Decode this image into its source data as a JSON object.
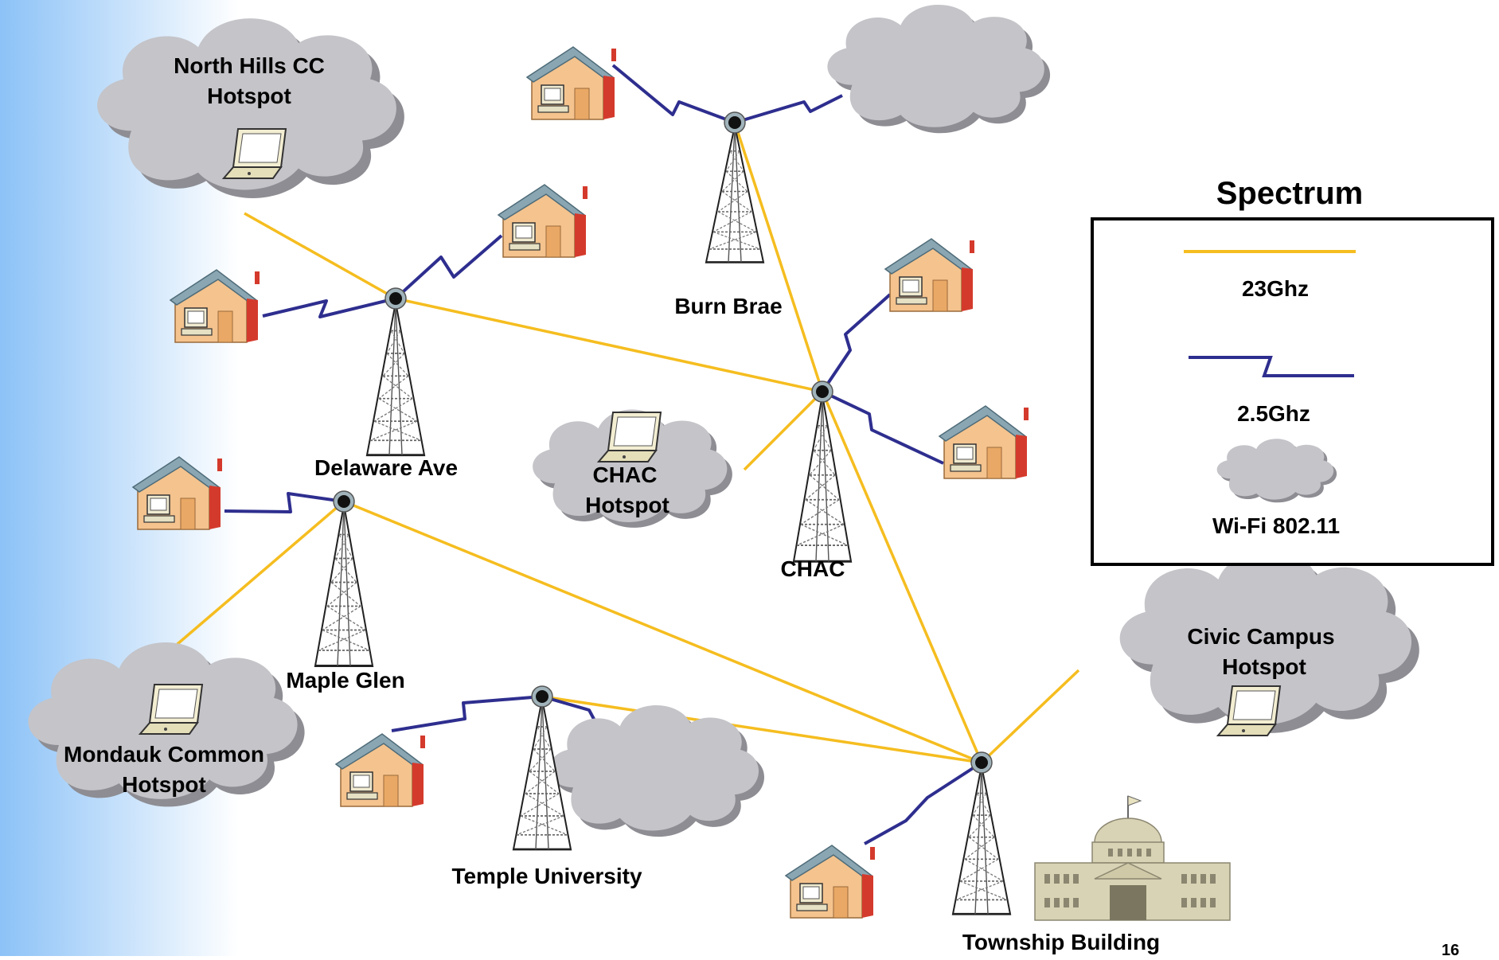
{
  "labels": {
    "north_hills": [
      "North Hills CC",
      "Hotspot"
    ],
    "burn_brae": "Burn Brae",
    "delaware": "Delaware Ave",
    "chac_hotspot": [
      "CHAC",
      "Hotspot"
    ],
    "chac": "CHAC",
    "maple_glen": "Maple Glen",
    "mondauk": [
      "Mondauk Common",
      "Hotspot"
    ],
    "temple": "Temple University",
    "civic": [
      "Civic Campus",
      "Hotspot"
    ],
    "township": "Township Building"
  },
  "legend": {
    "title": "Spectrum",
    "line_23": "23Ghz",
    "line_25": "2.5Ghz",
    "wifi": "Wi-Fi 802.11"
  },
  "page_number": "16",
  "colors": {
    "link_23ghz": "#f5bd1f",
    "link_25ghz": "#2e2e8f",
    "cloud": "#c3c3c8",
    "house": "#f4c38e",
    "roof": "#7a9aa8",
    "background_gradient": "#8cc2f7"
  }
}
